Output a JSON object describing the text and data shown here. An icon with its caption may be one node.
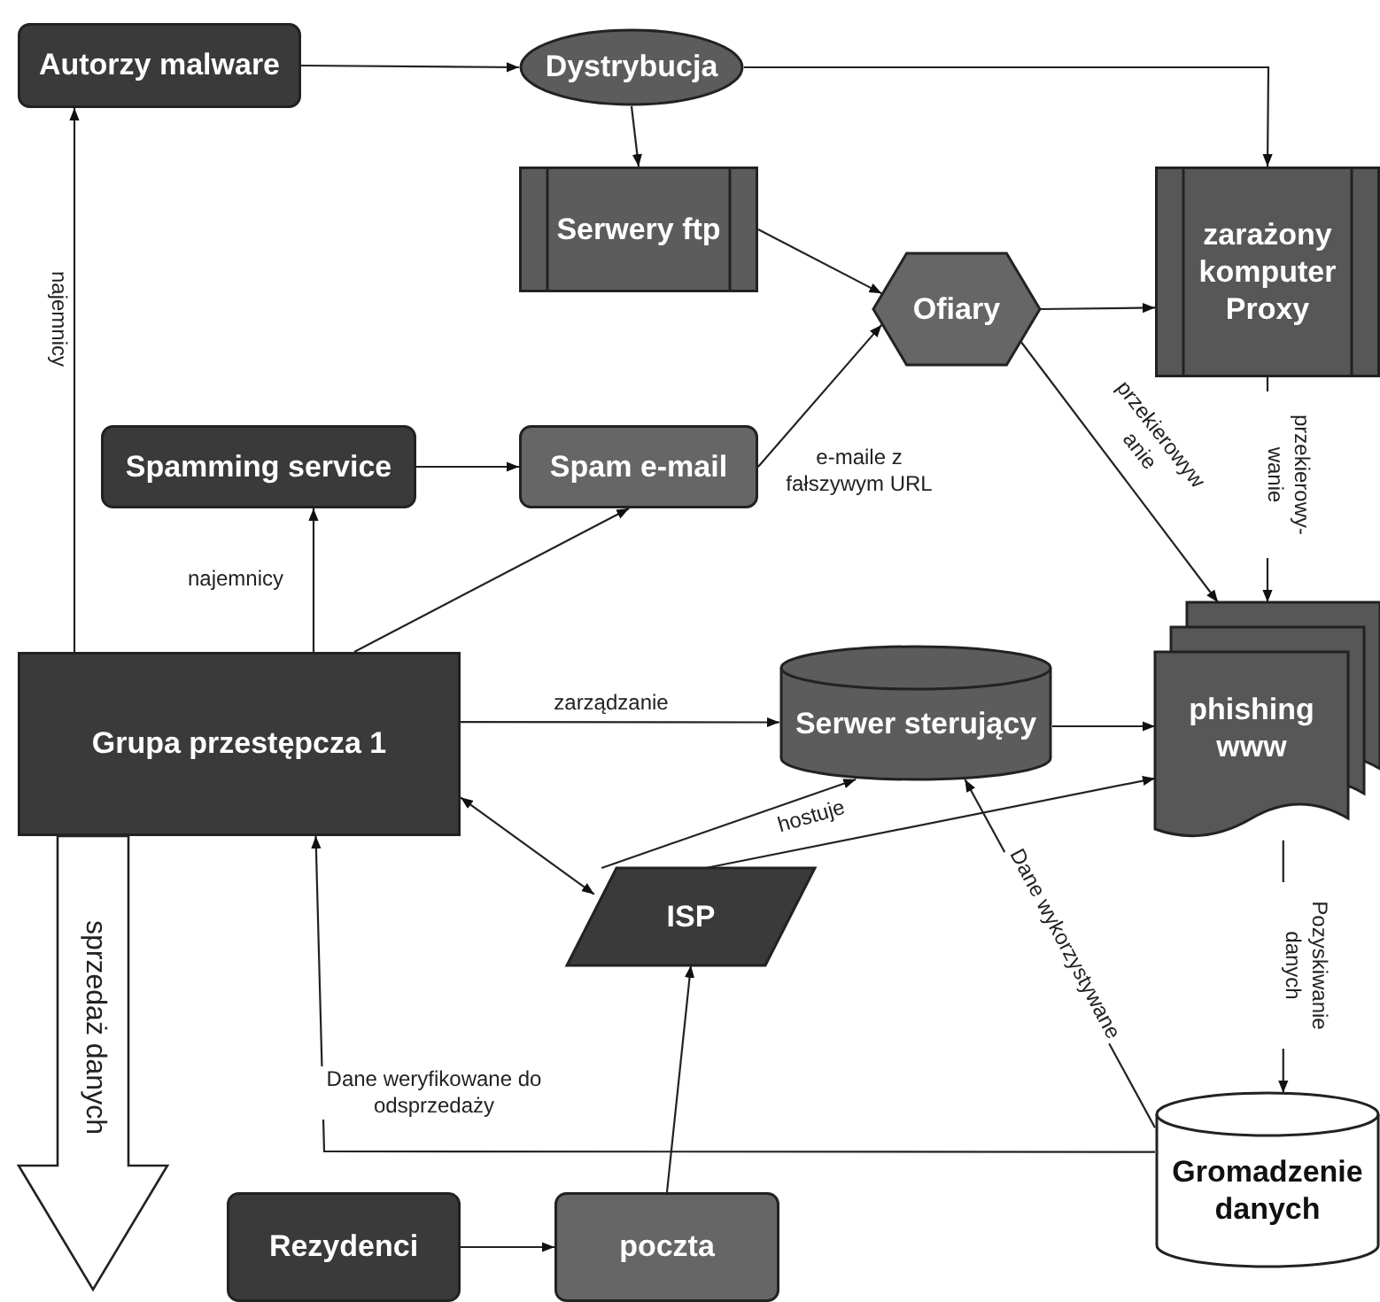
{
  "diagram": {
    "nodes": [
      {
        "text": [
          "Autorzy malware"
        ]
      },
      {
        "text": [
          "Dystrybucja"
        ]
      },
      {
        "text": [
          "Serwery ftp"
        ]
      },
      {
        "text": [
          "zarażony komputer Proxy"
        ]
      },
      {
        "text": [
          "Ofiary"
        ]
      },
      {
        "text": [
          "Spamming service"
        ]
      },
      {
        "text": [
          "Spam e-mail"
        ]
      },
      {
        "text": [
          "Grupa przestępcza 1"
        ]
      },
      {
        "text": [
          "Serwer sterujący"
        ]
      },
      {
        "text": [
          "phishing www"
        ]
      },
      {
        "text": [
          "ISP"
        ]
      },
      {
        "text": [
          "Rezydenci"
        ]
      },
      {
        "text": [
          "poczta"
        ]
      },
      {
        "text": [
          "Gromadzenie danych"
        ]
      }
    ],
    "edges": [
      {
        "from": 0,
        "to": 1,
        "arrow": "to"
      },
      {
        "from": 1,
        "to": 2,
        "arrow": "to"
      },
      {
        "from": 1,
        "to": 3,
        "arrow": "to"
      },
      {
        "from": 2,
        "to": 4,
        "arrow": "to"
      },
      {
        "from": 6,
        "to": 4,
        "arrow": "to",
        "label": "e-maile z fałszywym URL"
      },
      {
        "from": 4,
        "to": 3,
        "arrow": "to"
      },
      {
        "from": 4,
        "to": 9,
        "arrow": "to",
        "label": "przekierowyw anie"
      },
      {
        "from": 3,
        "to": 9,
        "arrow": "to",
        "label": "przekierowy- wanie"
      },
      {
        "from": 5,
        "to": 6,
        "arrow": "to"
      },
      {
        "from": 7,
        "to": 5,
        "arrow": "to",
        "label": "najemnicy"
      },
      {
        "from": 7,
        "to": 0,
        "arrow": "to",
        "label": "najemnicy"
      },
      {
        "from": 7,
        "to": 6,
        "arrow": "to"
      },
      {
        "from": 7,
        "to": 8,
        "arrow": "to",
        "label": "zarządzanie"
      },
      {
        "from": 7,
        "to": 10,
        "arrow": "both"
      },
      {
        "from": 10,
        "to": 8,
        "arrow": "to",
        "label": "hostuje"
      },
      {
        "from": 10,
        "to": 9,
        "arrow": "to"
      },
      {
        "from": 8,
        "to": 9,
        "arrow": "to"
      },
      {
        "from": 13,
        "to": 8,
        "arrow": "to",
        "label": "Dane wykorzystywane"
      },
      {
        "from": 9,
        "to": 13,
        "arrow": "to",
        "label": "Pozyskiwanie danych"
      },
      {
        "from": 13,
        "to": 7,
        "arrow": "to",
        "label": "Dane weryfikowane do odsprzedaży"
      },
      {
        "from": 12,
        "to": 10,
        "arrow": "to"
      },
      {
        "from": 11,
        "to": 12,
        "arrow": "to"
      },
      {
        "from": 7,
        "to": null,
        "arrow": "to",
        "label": "sprzedaż danych",
        "style": "thick"
      }
    ]
  }
}
